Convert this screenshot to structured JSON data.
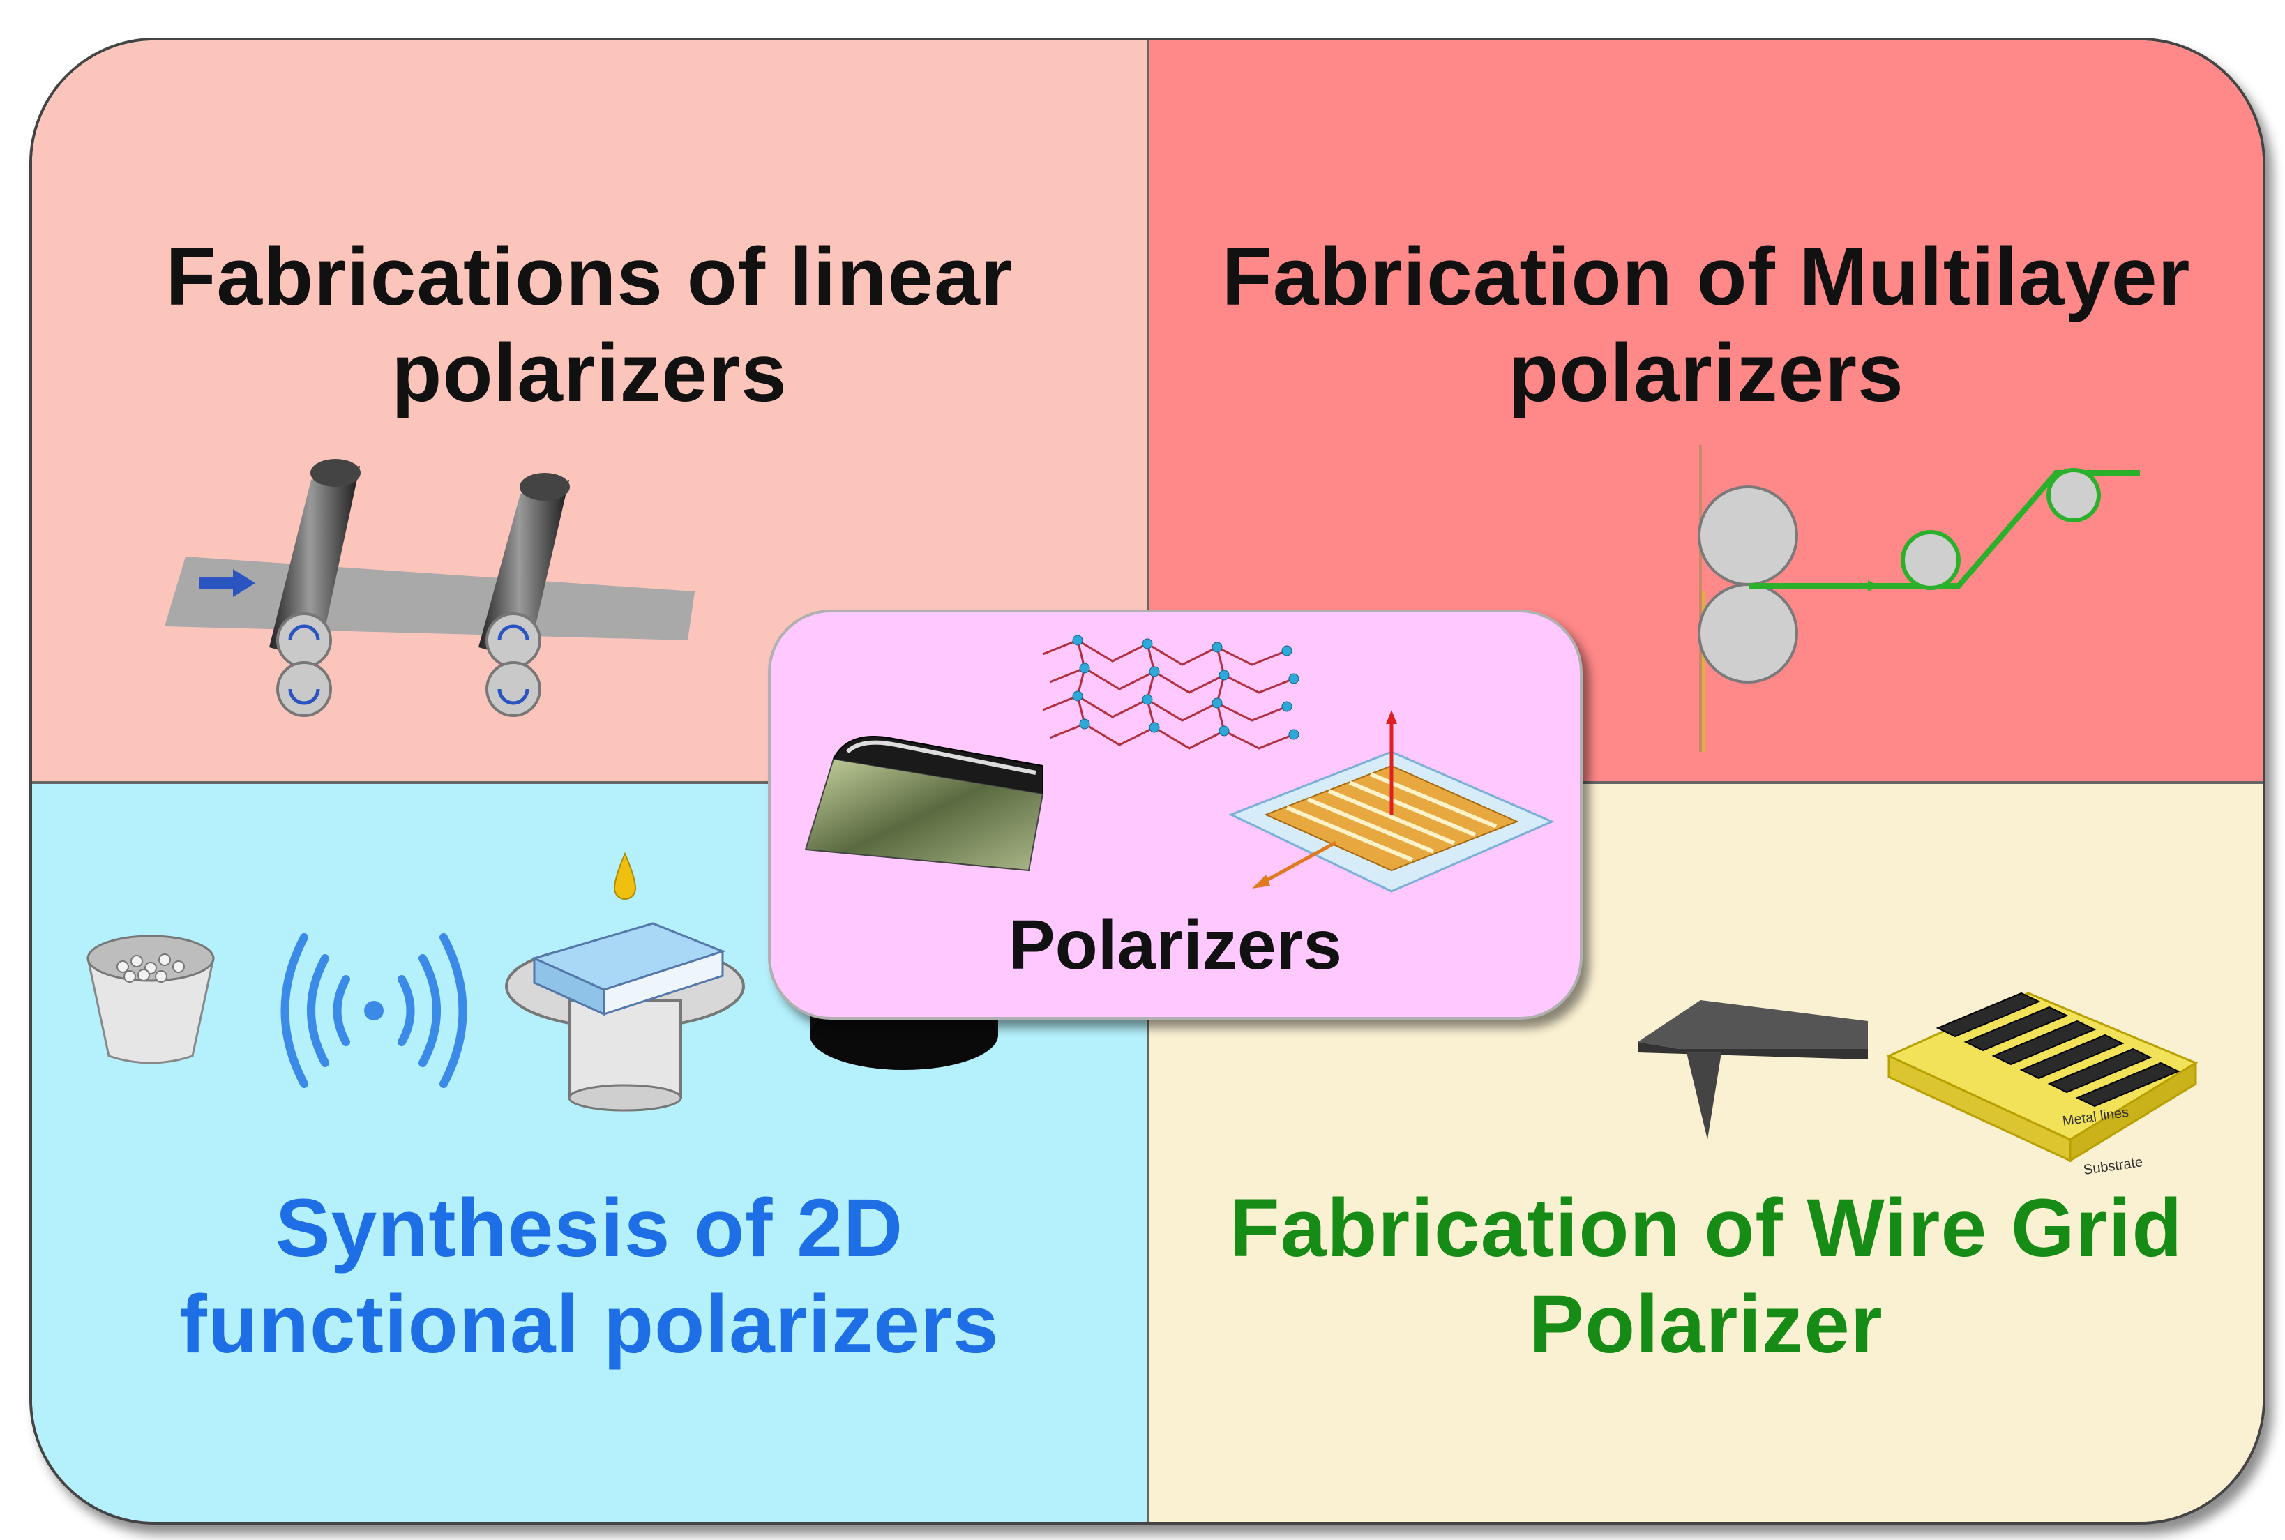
{
  "panels": {
    "top_left": {
      "title_lines": [
        "Fabrications of linear",
        "polarizers"
      ],
      "background": "#fcc5bc",
      "title_color": "#111111"
    },
    "top_right": {
      "title_lines": [
        "Fabrication of Multilayer",
        "polarizers"
      ],
      "background": "#ff8888",
      "title_color": "#111111"
    },
    "bottom_left": {
      "title_lines": [
        "Synthesis of 2D",
        "functional polarizers"
      ],
      "background": "#b4f1fc",
      "title_color": "#1e6fe6"
    },
    "bottom_right": {
      "title_lines": [
        "Fabrication of Wire Grid",
        "Polarizer"
      ],
      "background": "#faf0d2",
      "title_color": "#168c16"
    }
  },
  "center": {
    "label": "Polarizers",
    "background": "#ffc8ff"
  },
  "wire_grid_labels": {
    "metal_lines": "Metal lines",
    "substrate": "Substrate"
  },
  "icons": {
    "rollers": "roller-pair-icon",
    "multilayer": "coextrusion-rollers-icon",
    "crucible": "crucible-icon",
    "ultrasound": "ultrasonic-wave-icon",
    "spin_coater": "spin-coater-icon",
    "tape": "tape-roll-icon",
    "afm_tip": "afm-tip-icon",
    "wire_grid": "wire-grid-icon",
    "film": "polarizer-film-icon",
    "molecules": "molecular-network-icon",
    "grid_plate": "grating-plate-icon"
  }
}
